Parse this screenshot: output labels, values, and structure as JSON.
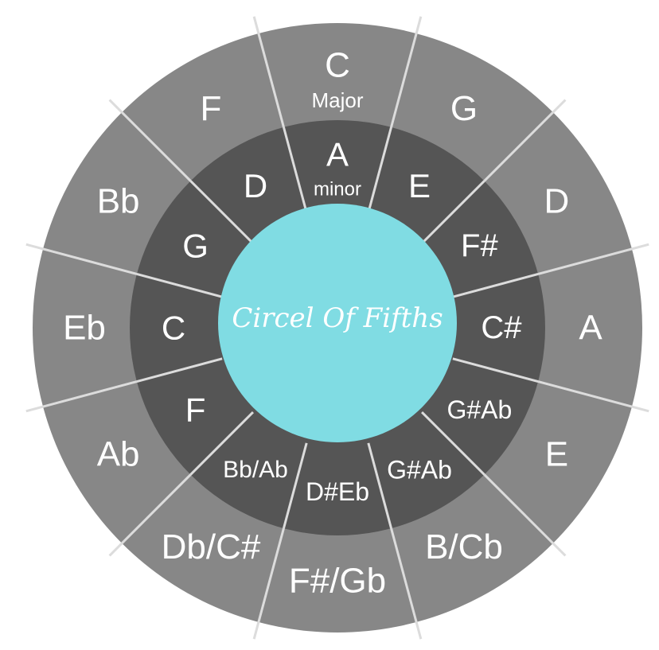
{
  "title": "Circel Of Fifths",
  "colors": {
    "outer_ring": "#878787",
    "inner_ring": "#555555",
    "center": "#80DCE3",
    "divider": "#dcdcdc",
    "text": "#ffffff"
  },
  "outer_ring": [
    {
      "label": "C",
      "sub": "Major"
    },
    {
      "label": "G"
    },
    {
      "label": "D"
    },
    {
      "label": "A"
    },
    {
      "label": "E"
    },
    {
      "label": "B/Cb"
    },
    {
      "label": "F#/Gb"
    },
    {
      "label": "Db/C#"
    },
    {
      "label": "Ab"
    },
    {
      "label": "Eb"
    },
    {
      "label": "Bb"
    },
    {
      "label": "F"
    }
  ],
  "inner_ring": [
    {
      "label": "A",
      "sub": "minor"
    },
    {
      "label": "E"
    },
    {
      "label": "F#"
    },
    {
      "label": "C#"
    },
    {
      "label": "G#Ab"
    },
    {
      "label": "G#Ab"
    },
    {
      "label": "D#Eb"
    },
    {
      "label": "Bb/Ab"
    },
    {
      "label": "F"
    },
    {
      "label": "C"
    },
    {
      "label": "G"
    },
    {
      "label": "D"
    }
  ]
}
